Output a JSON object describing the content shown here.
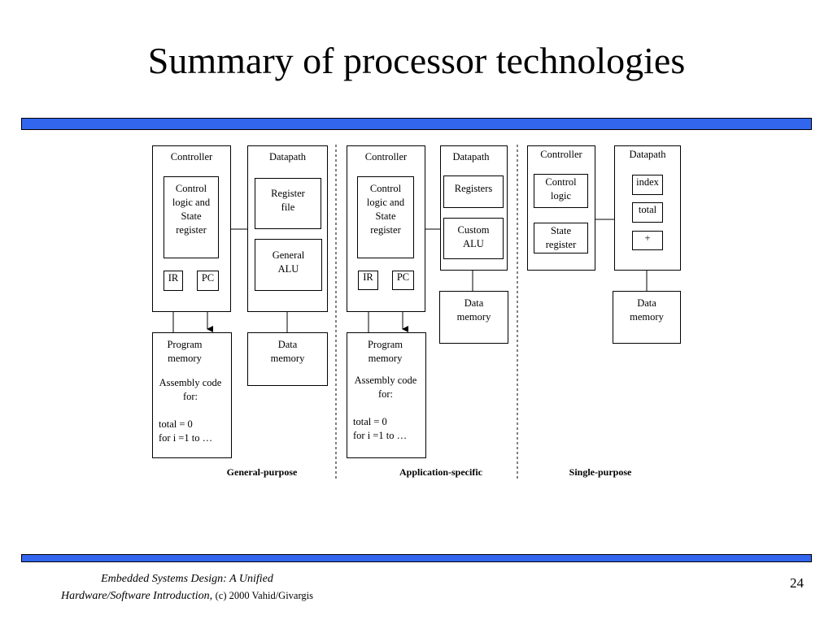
{
  "title": "Summary of processor technologies",
  "gp": {
    "controller": "Controller",
    "datapath": "Datapath",
    "control_logic": "Control\nlogic and\nState\nregister",
    "ir": "IR",
    "pc": "PC",
    "register_file": "Register\nfile",
    "general_alu": "General\nALU",
    "program_memory": "Program\nmemory",
    "assembly_code": "Assembly code\nfor:",
    "code": "total = 0\nfor i =1 to …",
    "data_memory": "Data\nmemory",
    "caption": "General-purpose"
  },
  "as": {
    "controller": "Controller",
    "datapath": "Datapath",
    "control_logic": "Control\nlogic and\nState\nregister",
    "ir": "IR",
    "pc": "PC",
    "registers": "Registers",
    "custom_alu": "Custom\nALU",
    "program_memory": "Program\nmemory",
    "assembly_code": "Assembly code\nfor:",
    "code": "total = 0\nfor i =1 to …",
    "data_memory": "Data\nmemory",
    "caption": "Application-specific"
  },
  "sp": {
    "controller": "Controller",
    "datapath": "Datapath",
    "control_logic": "Control\nlogic",
    "state_register": "State\nregister",
    "index": "index",
    "total": "total",
    "plus": "+",
    "data_memory": "Data\nmemory",
    "caption": "Single-purpose"
  },
  "footer": {
    "book_line1": "Embedded Systems Design: A Unified",
    "book_line2": "Hardware/Software Introduction,",
    "copyright": "(c) 2000 Vahid/Givargis",
    "page": "24"
  },
  "colors": {
    "bar": "#3366ee"
  }
}
